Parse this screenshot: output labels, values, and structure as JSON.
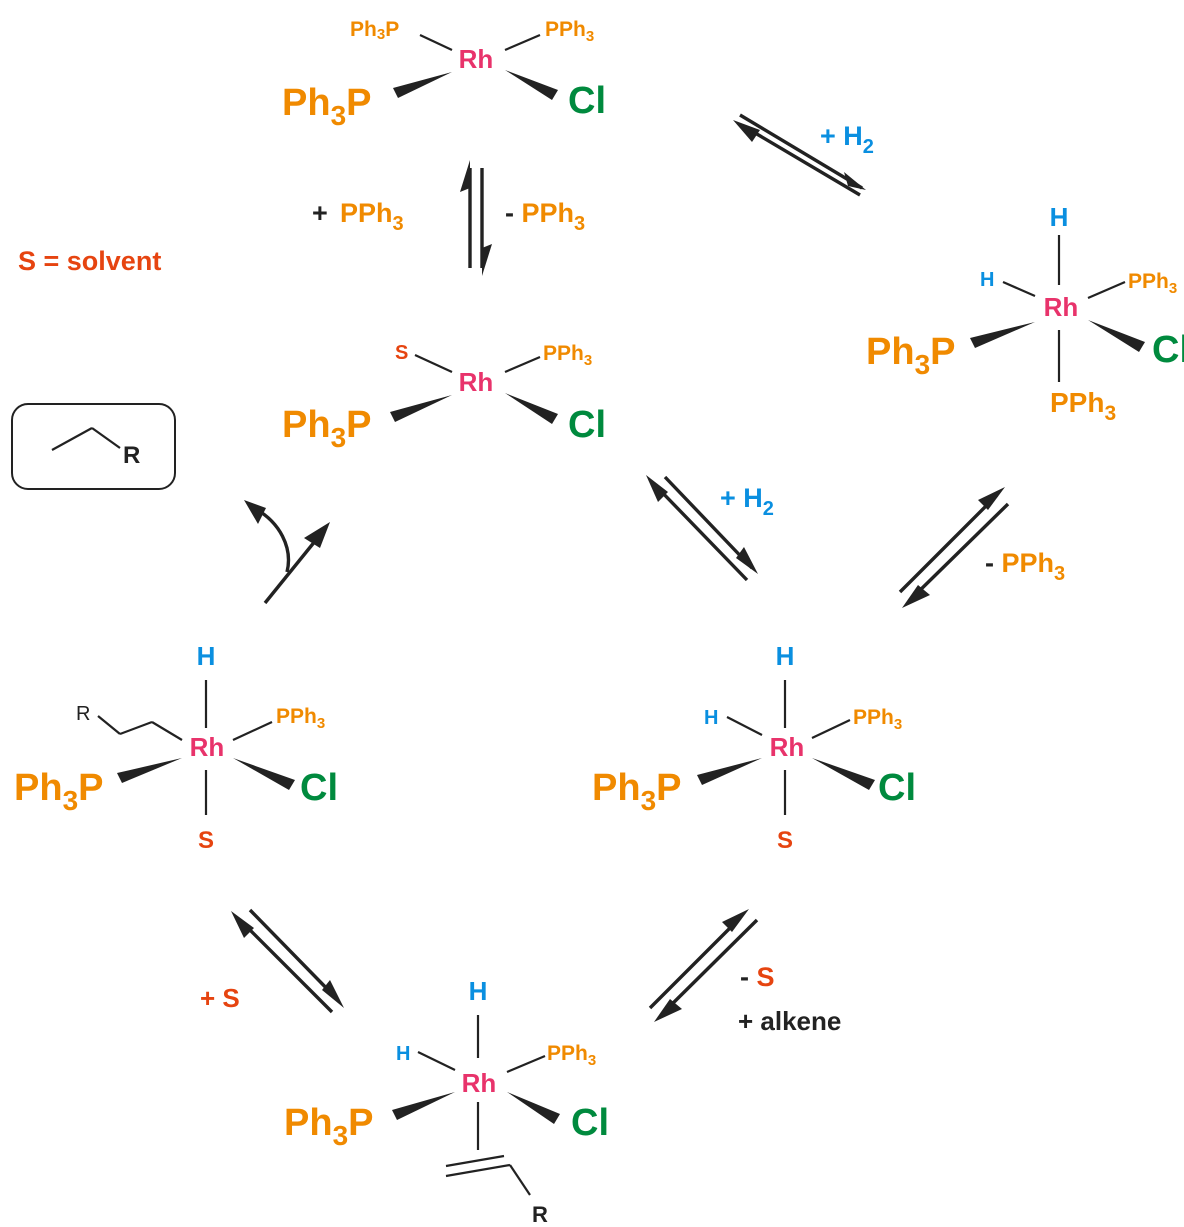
{
  "labels": {
    "ph3p": "Ph",
    "sub3": "3",
    "p": "P",
    "pph": "PPh",
    "rh": "Rh",
    "cl": "Cl",
    "h": "H",
    "s": "S",
    "r": "R",
    "plus_pph": "+ PPh",
    "minus_pph": "- PPh",
    "plus_h2": "+ H",
    "sub2": "2",
    "minus_s_dash": "- ",
    "plus_s": "+ S",
    "plus_alkene": "+ alkene",
    "s_solvent": "S = solvent"
  },
  "colors": {
    "phosphine": "#F08A00",
    "chloride": "#008A3E",
    "rhodium": "#E8336B",
    "hydride": "#0A8FE0",
    "solvent": "#E64410"
  }
}
